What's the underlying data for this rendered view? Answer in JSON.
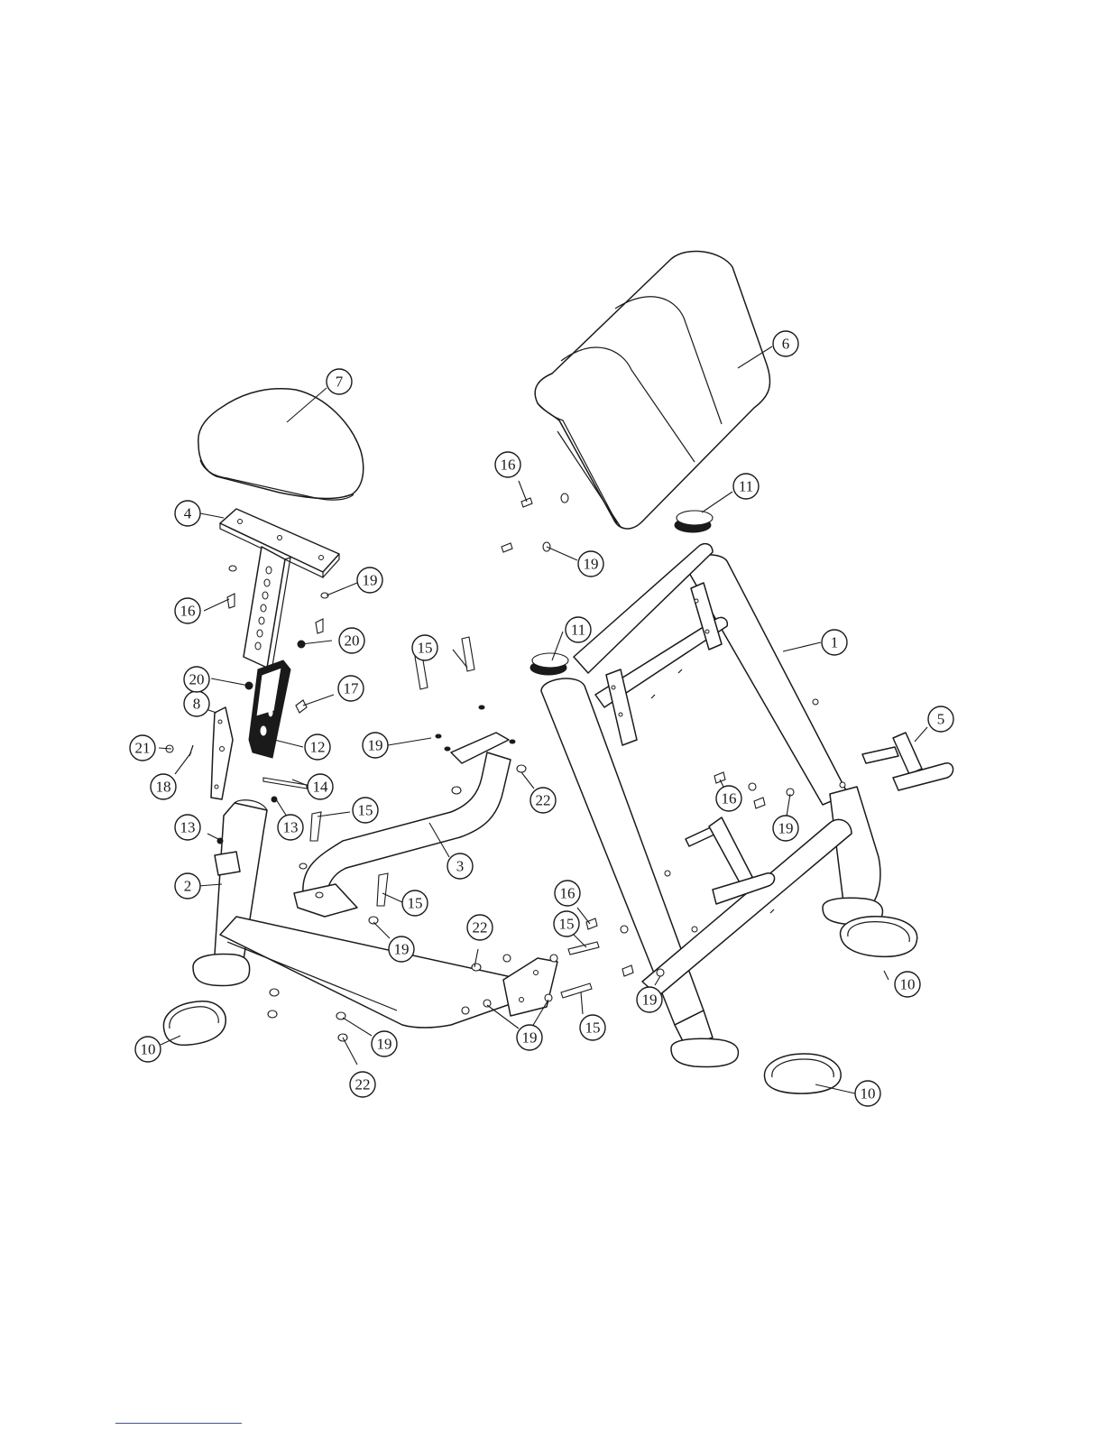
{
  "diagram": {
    "callouts": [
      {
        "label": "1"
      },
      {
        "label": "2"
      },
      {
        "label": "3"
      },
      {
        "label": "4"
      },
      {
        "label": "5"
      },
      {
        "label": "6"
      },
      {
        "label": "7"
      },
      {
        "label": "8"
      },
      {
        "label": "10"
      },
      {
        "label": "10"
      },
      {
        "label": "10"
      },
      {
        "label": "11"
      },
      {
        "label": "11"
      },
      {
        "label": "12"
      },
      {
        "label": "13"
      },
      {
        "label": "13"
      },
      {
        "label": "14"
      },
      {
        "label": "15"
      },
      {
        "label": "15"
      },
      {
        "label": "15"
      },
      {
        "label": "15"
      },
      {
        "label": "15"
      },
      {
        "label": "16"
      },
      {
        "label": "16"
      },
      {
        "label": "16"
      },
      {
        "label": "16"
      },
      {
        "label": "17"
      },
      {
        "label": "18"
      },
      {
        "label": "19"
      },
      {
        "label": "19"
      },
      {
        "label": "19"
      },
      {
        "label": "19"
      },
      {
        "label": "19"
      },
      {
        "label": "19"
      },
      {
        "label": "19"
      },
      {
        "label": "19"
      },
      {
        "label": "20"
      },
      {
        "label": "20"
      },
      {
        "label": "21"
      },
      {
        "label": "22"
      },
      {
        "label": "22"
      },
      {
        "label": "22"
      }
    ]
  },
  "colors": {
    "line": "#1a1a1a",
    "background": "#ffffff",
    "footer_link": "#3a4bd6"
  }
}
